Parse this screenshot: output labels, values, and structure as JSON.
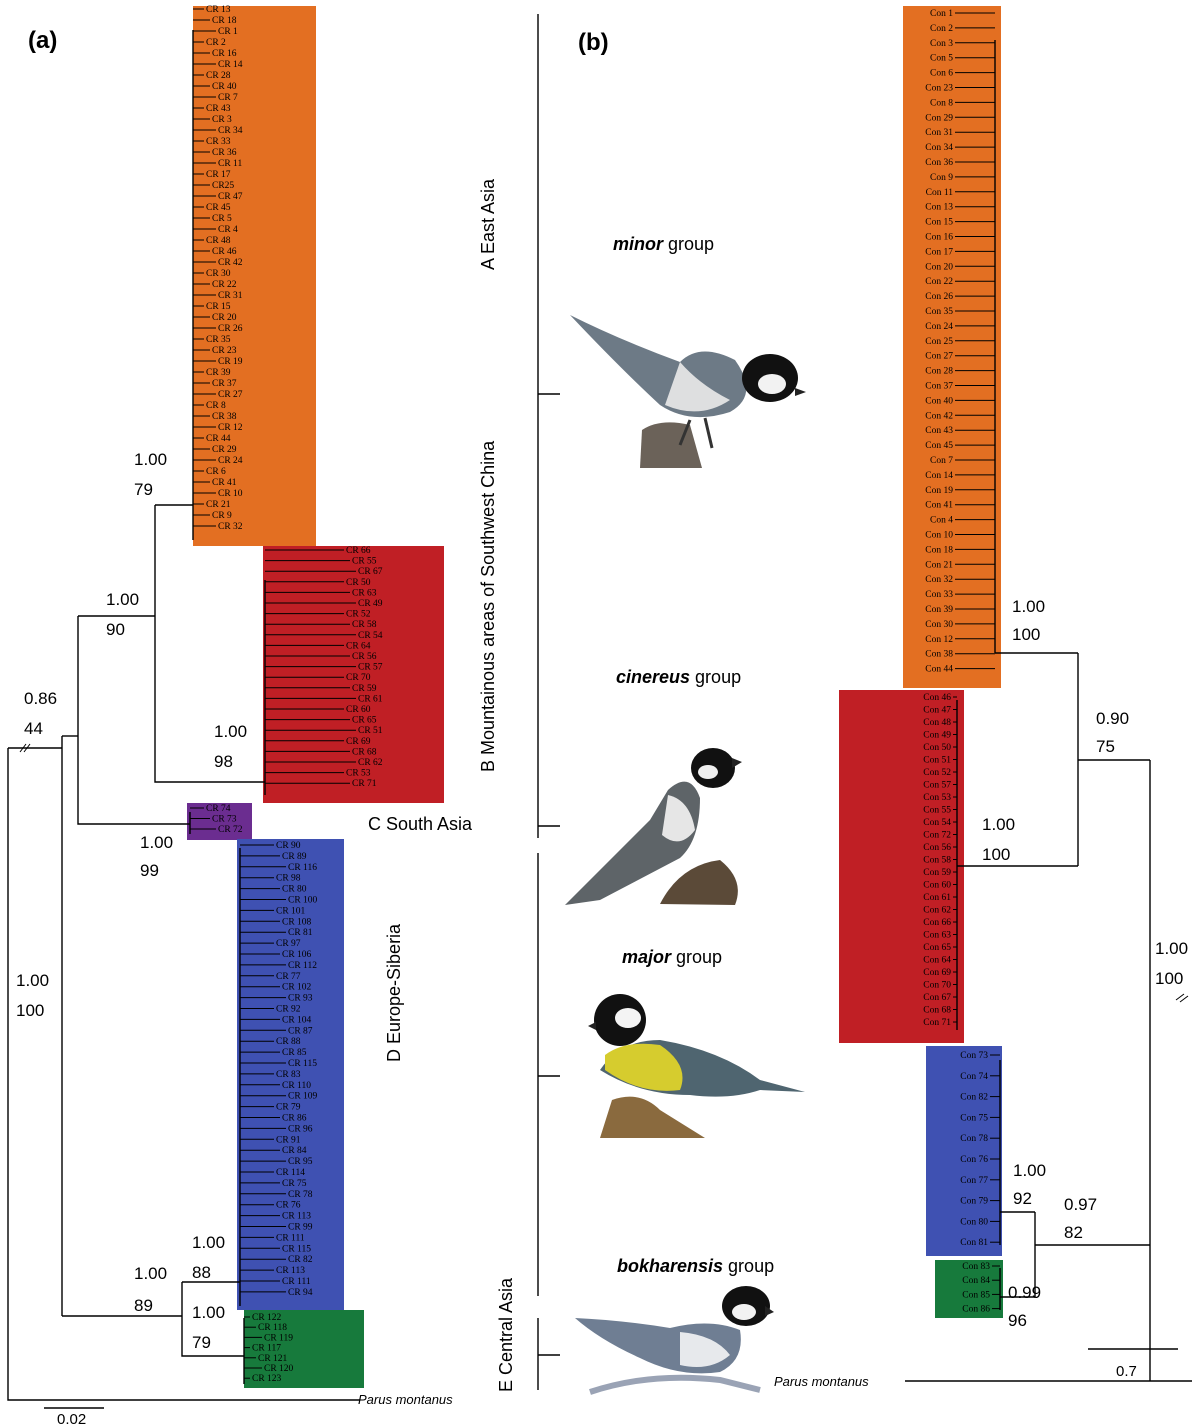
{
  "colors": {
    "clade_A": "#e36f22",
    "clade_B": "#c01f25",
    "clade_C": "#6b2d90",
    "clade_D": "#3f51b2",
    "clade_E": "#177a3c"
  },
  "panel_a": {
    "label": "(a)",
    "outgroup": "Parus montanus",
    "scale": "0.02",
    "supports": {
      "root": [
        "1.00",
        "100"
      ],
      "ingroup": [
        "0.86",
        "44"
      ],
      "AB": [
        "1.00",
        "90"
      ],
      "A": [
        "1.00",
        "79"
      ],
      "B": [
        "1.00",
        "98"
      ],
      "C": [
        "1.00",
        "99"
      ],
      "DE": [
        "1.00",
        "89"
      ],
      "D": [
        "1.00",
        "88"
      ],
      "E": [
        "1.00",
        "79"
      ]
    },
    "clades": {
      "A": [
        "CR 13",
        "CR 18",
        "CR 1",
        "CR 2",
        "CR 16",
        "CR 14",
        "CR 28",
        "CR 40",
        "CR 7",
        "CR 43",
        "CR 3",
        "CR 34",
        "CR 33",
        "CR 36",
        "CR 11",
        "CR 17",
        "CR25",
        "CR 47",
        "CR 45",
        "CR 5",
        "CR 4",
        "CR 48",
        "CR 46",
        "CR 42",
        "CR 30",
        "CR 22",
        "CR 31",
        "CR 15",
        "CR 20",
        "CR 26",
        "CR 35",
        "CR 23",
        "CR 19",
        "CR 39",
        "CR 37",
        "CR 27",
        "CR 8",
        "CR 38",
        "CR 12",
        "CR 44",
        "CR 29",
        "CR 24",
        "CR 6",
        "CR 41",
        "CR 10",
        "CR 21",
        "CR 9",
        "CR 32"
      ],
      "B": [
        "CR 66",
        "CR 55",
        "CR 67",
        "CR 50",
        "CR 63",
        "CR 49",
        "CR 52",
        "CR 58",
        "CR 54",
        "CR 64",
        "CR 56",
        "CR 57",
        "CR 70",
        "CR 59",
        "CR 61",
        "CR 60",
        "CR 65",
        "CR 51",
        "CR 69",
        "CR 68",
        "CR 62",
        "CR 53",
        "CR 71"
      ],
      "C": [
        "CR 74",
        "CR 73",
        "CR 72"
      ],
      "D": [
        "CR 90",
        "CR 89",
        "CR 116",
        "CR 98",
        "CR 80",
        "CR 100",
        "CR 101",
        "CR 108",
        "CR 81",
        "CR 97",
        "CR 106",
        "CR 112",
        "CR 77",
        "CR 102",
        "CR 93",
        "CR 92",
        "CR 104",
        "CR 87",
        "CR 88",
        "CR 85",
        "CR 115",
        "CR 83",
        "CR 110",
        "CR 109",
        "CR 79",
        "CR 86",
        "CR 96",
        "CR 91",
        "CR 84",
        "CR 95",
        "CR 114",
        "CR 75",
        "CR 78",
        "CR 76",
        "CR 113",
        "CR 99",
        "CR 111",
        "CR 115",
        "CR 82",
        "CR 113",
        "CR 111",
        "CR 94"
      ],
      "E": [
        "CR 122",
        "CR 118",
        "CR 119",
        "CR 117",
        "CR 121",
        "CR 120",
        "CR 123"
      ]
    }
  },
  "regions": [
    {
      "id": "A",
      "label": "A East Asia"
    },
    {
      "id": "B",
      "label": "B Mountainous areas of Southwest China"
    },
    {
      "id": "C",
      "label": "C South Asia"
    },
    {
      "id": "D",
      "label": "D Europe-Siberia"
    },
    {
      "id": "E",
      "label": "E Central Asia"
    }
  ],
  "groups": [
    {
      "name": "minor",
      "suffix": " group"
    },
    {
      "name": "cinereus",
      "suffix": " group"
    },
    {
      "name": "major",
      "suffix": " group"
    },
    {
      "name": "bokharensis",
      "suffix": " group"
    }
  ],
  "panel_b": {
    "label": "(b)",
    "outgroup": "Parus montanus",
    "scale": "0.7",
    "supports": {
      "root": [
        "1.00",
        "100"
      ],
      "ABC": [
        "0.90",
        "75"
      ],
      "A": [
        "1.00",
        "100"
      ],
      "B": [
        "1.00",
        "100"
      ],
      "DE": [
        "0.97",
        "82"
      ],
      "D": [
        "1.00",
        "92"
      ],
      "E": [
        "0.99",
        "96"
      ]
    },
    "clades": {
      "orange": [
        "Con 1",
        "Con 2",
        "Con 3",
        "Con 5",
        "Con 6",
        "Con 23",
        "Con 8",
        "Con 29",
        "Con 31",
        "Con 34",
        "Con 36",
        "Con 9",
        "Con 11",
        "Con 13",
        "Con 15",
        "Con 16",
        "Con 17",
        "Con 20",
        "Con 22",
        "Con 26",
        "Con 35",
        "Con 24",
        "Con 25",
        "Con 27",
        "Con 28",
        "Con 37",
        "Con 40",
        "Con 42",
        "Con 43",
        "Con 45",
        "Con 7",
        "Con 14",
        "Con 19",
        "Con 41",
        "Con 4",
        "Con 10",
        "Con 18",
        "Con 21",
        "Con 32",
        "Con 33",
        "Con 39",
        "Con 30",
        "Con 12",
        "Con 38",
        "Con 44"
      ],
      "red": [
        "Con 46",
        "Con 47",
        "Con 48",
        "Con 49",
        "Con 50",
        "Con 51",
        "Con 52",
        "Con 57",
        "Con 53",
        "Con 55",
        "Con 54",
        "Con 72",
        "Con 56",
        "Con 58",
        "Con 59",
        "Con 60",
        "Con 61",
        "Con 62",
        "Con 66",
        "Con 63",
        "Con 65",
        "Con 64",
        "Con 69",
        "Con 70",
        "Con 67",
        "Con 68",
        "Con 71"
      ],
      "blue": [
        "Con 73",
        "Con 74",
        "Con 82",
        "Con 75",
        "Con 78",
        "Con 76",
        "Con 77",
        "Con 79",
        "Con 80",
        "Con 81"
      ],
      "green": [
        "Con 83",
        "Con 84",
        "Con 85",
        "Con 86"
      ]
    }
  }
}
